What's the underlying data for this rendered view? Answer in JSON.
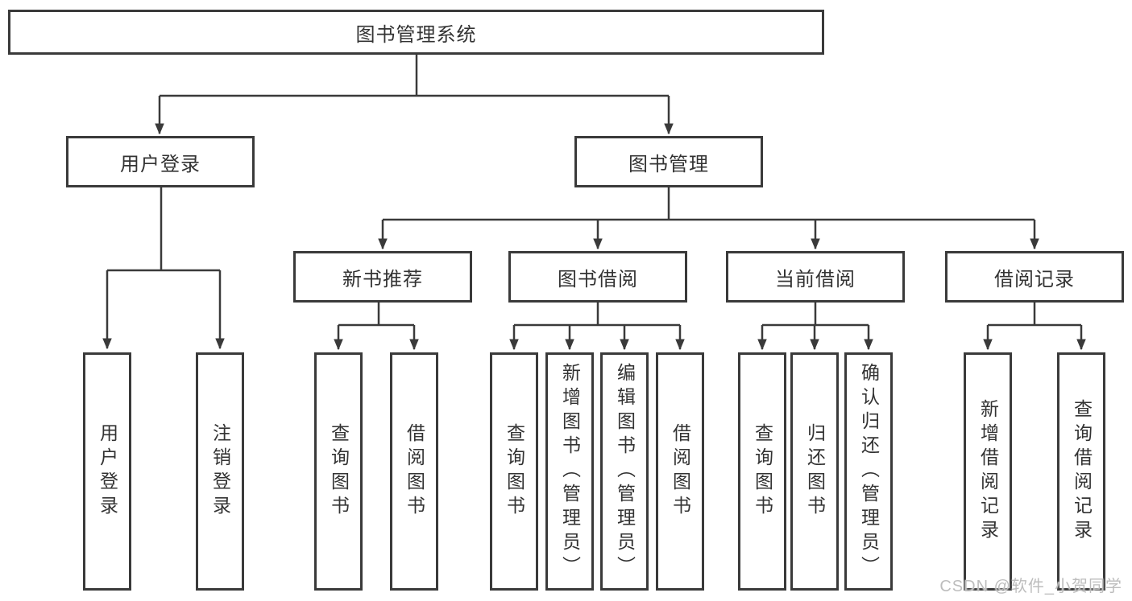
{
  "diagram": {
    "root": {
      "label": "图书管理系统"
    },
    "branches": [
      {
        "label": "用户登录",
        "leaves": [
          {
            "label": "用户登录"
          },
          {
            "label": "注销登录"
          }
        ]
      },
      {
        "label": "图书管理",
        "groups": [
          {
            "label": "新书推荐",
            "leaves": [
              {
                "label": "查询图书"
              },
              {
                "label": "借阅图书"
              }
            ]
          },
          {
            "label": "图书借阅",
            "leaves": [
              {
                "label": "查询图书"
              },
              {
                "label": "新增图书（管理员）"
              },
              {
                "label": "编辑图书（管理员）"
              },
              {
                "label": "借阅图书"
              }
            ]
          },
          {
            "label": "当前借阅",
            "leaves": [
              {
                "label": "查询图书"
              },
              {
                "label": "归还图书"
              },
              {
                "label": "确认归还（管理员）"
              }
            ]
          },
          {
            "label": "借阅记录",
            "leaves": [
              {
                "label": "新增借阅记录"
              },
              {
                "label": "查询借阅记录"
              }
            ]
          }
        ]
      }
    ]
  },
  "watermark": {
    "text": "CSDN @软件_小贺同学"
  },
  "colors": {
    "line": "#3a3a3a",
    "box_border": "#3a3a3a",
    "text": "#333333",
    "watermark": "#bdbdbd",
    "background": "#ffffff"
  }
}
